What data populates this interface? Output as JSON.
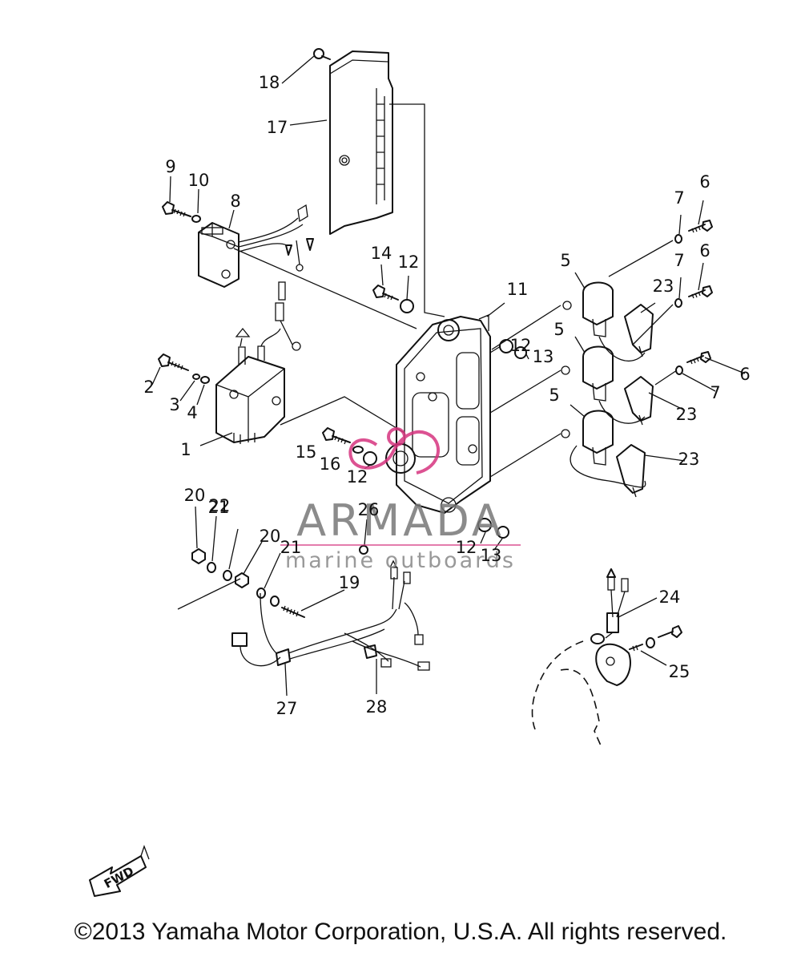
{
  "parts": [
    {
      "number": "1"
    },
    {
      "number": "2"
    },
    {
      "number": "3"
    },
    {
      "number": "4"
    },
    {
      "number": "5"
    },
    {
      "number": "5"
    },
    {
      "number": "5"
    },
    {
      "number": "6"
    },
    {
      "number": "6"
    },
    {
      "number": "6"
    },
    {
      "number": "7"
    },
    {
      "number": "7"
    },
    {
      "number": "7"
    },
    {
      "number": "8"
    },
    {
      "number": "9"
    },
    {
      "number": "10"
    },
    {
      "number": "11"
    },
    {
      "number": "12"
    },
    {
      "number": "12"
    },
    {
      "number": "12"
    },
    {
      "number": "12"
    },
    {
      "number": "13"
    },
    {
      "number": "13"
    },
    {
      "number": "14"
    },
    {
      "number": "15"
    },
    {
      "number": "16"
    },
    {
      "number": "17"
    },
    {
      "number": "18"
    },
    {
      "number": "19"
    },
    {
      "number": "20"
    },
    {
      "number": "20"
    },
    {
      "number": "21"
    },
    {
      "number": "21"
    },
    {
      "number": "22"
    },
    {
      "number": "23"
    },
    {
      "number": "23"
    },
    {
      "number": "23"
    },
    {
      "number": "24"
    },
    {
      "number": "25"
    },
    {
      "number": "26"
    },
    {
      "number": "27"
    },
    {
      "number": "28"
    }
  ],
  "fwd_arrow": {
    "label": "FWD"
  },
  "watermark": {
    "brand": "ARMADA",
    "tagline": "marine outboards",
    "color": "#d6357f"
  },
  "copyright": "©2013 Yamaha Motor Corporation, U.S.A. All rights reserved."
}
